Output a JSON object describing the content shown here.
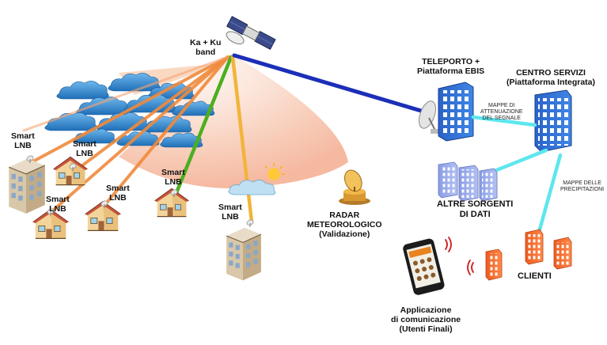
{
  "labels": {
    "satellite_band": [
      "Ka + Ku",
      "band"
    ],
    "smart_lnb": [
      "Smart",
      "LNB"
    ],
    "teleporto": [
      "TELEPORTO +",
      "Piattaforma EBIS"
    ],
    "centro_servizi": [
      "CENTRO SERVIZI",
      "(Piattaforma Integrata)"
    ],
    "mappe_attenuazione": [
      "MAPPE DI",
      "ATTENUAZIONE",
      "DEL SEGNALE"
    ],
    "altre_sorgenti": [
      "ALTRE SORGENTI",
      "DI DATI"
    ],
    "mappe_precipitazioni": [
      "MAPPE DELLE",
      "PRECIPITAZIONI"
    ],
    "radar": [
      "RADAR",
      "METEOROLOGICO",
      "(Validazione)"
    ],
    "clienti": "CLIENTI",
    "applicazione": [
      "Applicazione",
      "di comunicazione",
      "(Utenti Finali)"
    ]
  },
  "colors": {
    "uplink_blue": "#1c2fb8",
    "green_link": "#4caf1f",
    "orange_link": "#f08a3c",
    "yellow_link": "#f2b43a",
    "cyan_link": "#5ee6ee",
    "building_blue": "#2f6fd6",
    "client_orange": "#f26a2a",
    "cloud_blue": "#3d8fd6",
    "radar_beam": "#f7c4ac"
  },
  "icons": {
    "satellite": "satellite-icon",
    "dish": "dish-antenna-icon",
    "radar": "radar-icon",
    "smartphone": "smartphone-icon",
    "wifi": "wifi-signal-icon",
    "house": "house-icon",
    "sun": "sun-icon"
  }
}
